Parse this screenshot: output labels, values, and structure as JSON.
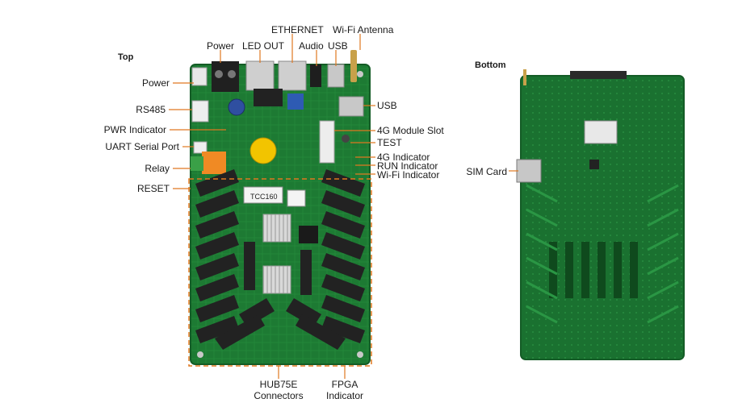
{
  "sections": {
    "top": "Top",
    "bottom": "Bottom"
  },
  "labels": {
    "power_left": "Power",
    "rs485": "RS485",
    "pwr_indicator": "PWR Indicator",
    "uart": "UART Serial Port",
    "relay": "Relay",
    "reset": "RESET",
    "power_top": "Power",
    "led_out": "LED OUT",
    "ethernet": "ETHERNET",
    "audio": "Audio",
    "usb_top": "USB",
    "wifi_antenna": "Wi-Fi Antenna",
    "usb_right": "USB",
    "module_4g_slot": "4G Module Slot",
    "test": "TEST",
    "indicator_4g": "4G Indicator",
    "run_indicator": "RUN Indicator",
    "wifi_indicator": "Wi-Fi Indicator",
    "hub75e_line1": "HUB75E",
    "hub75e_line2": "Connectors",
    "fpga_line1": "FPGA",
    "fpga_line2": "Indicator",
    "sim_card": "SIM Card"
  },
  "board_markings": {
    "model": "TCC160"
  },
  "colors": {
    "pcb": "#1d7a33",
    "pcb_dark": "#145c26",
    "leader": "#e07820",
    "connector": "#222222",
    "terminal_green": "#3aa047",
    "relay_orange": "#f08a24",
    "heatsink": "#d6d6d6"
  }
}
